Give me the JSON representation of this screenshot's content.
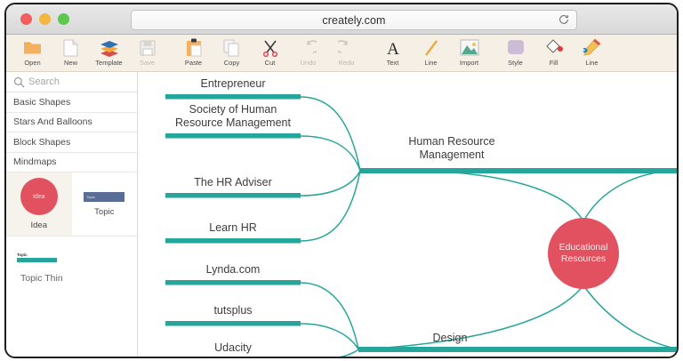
{
  "browser": {
    "url": "creately.com",
    "reload_icon": "reload-icon",
    "traffic_lights": [
      "close",
      "minimize",
      "zoom"
    ]
  },
  "toolbar": {
    "items": [
      {
        "label": "Open",
        "icon": "folder-icon",
        "enabled": true
      },
      {
        "label": "New",
        "icon": "page-icon",
        "enabled": true
      },
      {
        "label": "Template",
        "icon": "layers-icon",
        "enabled": true
      },
      {
        "label": "Save",
        "icon": "floppy-icon",
        "enabled": false
      },
      {
        "label": "Paste",
        "icon": "clipboard-icon",
        "enabled": true
      },
      {
        "label": "Copy",
        "icon": "copy-icon",
        "enabled": true
      },
      {
        "label": "Cut",
        "icon": "scissors-icon",
        "enabled": true
      },
      {
        "label": "Undo",
        "icon": "undo-icon",
        "enabled": false
      },
      {
        "label": "Redo",
        "icon": "redo-icon",
        "enabled": false
      },
      {
        "label": "Text",
        "icon": "text-a-icon",
        "enabled": true
      },
      {
        "label": "Line",
        "icon": "diagonal-line-icon",
        "enabled": true
      },
      {
        "label": "Import",
        "icon": "image-icon",
        "enabled": true
      },
      {
        "label": "Style",
        "icon": "rounded-swatch-icon",
        "enabled": true
      },
      {
        "label": "Fill",
        "icon": "paint-bucket-icon",
        "enabled": true
      },
      {
        "label": "Line",
        "icon": "pencil-icon",
        "enabled": true
      }
    ]
  },
  "sidebar": {
    "search": {
      "placeholder": "Search",
      "value": "",
      "icon": "search-icon"
    },
    "categories": [
      "Basic Shapes",
      "Stars And Balloons",
      "Block Shapes",
      "Mindmaps"
    ],
    "shapes": [
      {
        "caption": "Idea",
        "inner_label": "Idea",
        "selected": true,
        "color": "#e2515f"
      },
      {
        "caption": "Topic",
        "inner_label": "Topic",
        "selected": false,
        "color": "#5a6d96"
      }
    ],
    "thin_shape": {
      "caption": "Topic Thin",
      "inner_label": "Topic",
      "color": "#26a69a"
    }
  },
  "mindmap": {
    "accent": "#26a69a",
    "center_color": "#e2515f",
    "center": {
      "label": "Educational\nResources"
    },
    "branches": [
      {
        "label": "Entrepreneur"
      },
      {
        "label": "Society of Human\nResource Management"
      },
      {
        "label": "The HR Adviser"
      },
      {
        "label": "Learn HR"
      },
      {
        "label": "Human Resource\nManagement"
      },
      {
        "label": "Lynda.com"
      },
      {
        "label": "tutsplus"
      },
      {
        "label": "Udacity"
      },
      {
        "label": "Design"
      }
    ]
  }
}
